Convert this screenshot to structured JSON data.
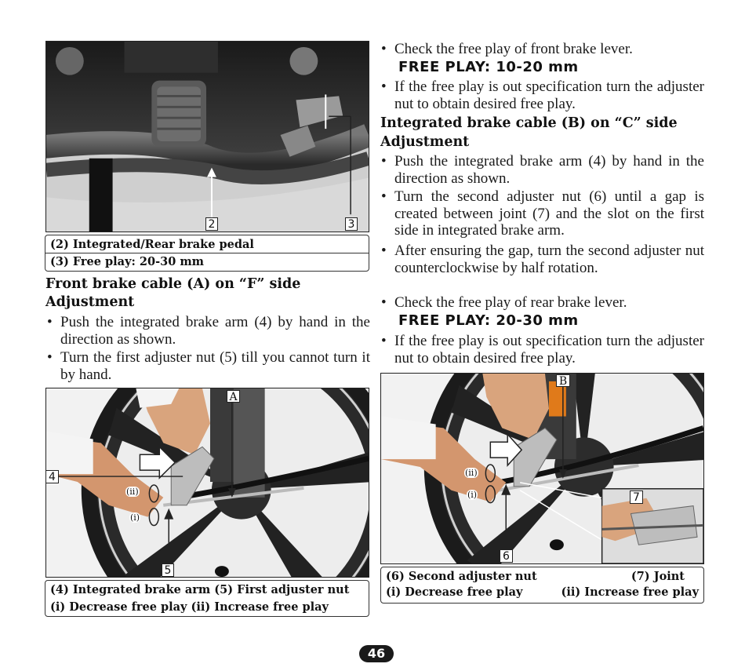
{
  "page_number": "46",
  "figure_top": {
    "callouts": [
      "2",
      "3"
    ],
    "caption": [
      "(2) Integrated/Rear brake pedal",
      "(3) Free play: 20-30 mm"
    ]
  },
  "left_section": {
    "heading_line1": "Front brake cable (A) on “F” side",
    "heading_line2": "Adjustment",
    "bullets": [
      "Push the integrated brake arm (4) by hand in the direction as shown.",
      "Turn the first adjuster nut (5) till you cannot turn it by hand."
    ]
  },
  "figure_front": {
    "callouts": [
      "A",
      "4",
      "5"
    ],
    "marks": [
      "(ii)",
      "(i)"
    ],
    "caption": [
      "(4) Integrated brake arm (5) First adjuster nut",
      "(i) Decrease free play  (ii) Increase free play"
    ]
  },
  "right_section": {
    "bullet_check_front": "Check the free play of front brake lever.",
    "free_play_front": "FREE PLAY: 10-20 mm",
    "bullet_out_spec_1": "If the free play is out specification turn the adjuster nut to obtain desired free play.",
    "heading_line1": "Integrated brake cable (B) on “C” side",
    "heading_line2": "Adjustment",
    "bullets": [
      "Push the integrated brake arm (4) by hand in the direction as shown.",
      "Turn the second adjuster nut (6) until a gap is created between joint (7) and the slot on the first side in integrated brake arm.",
      "After ensuring the gap, turn the second adjuster nut counterclockwise by half rotation.",
      "Check the free play of rear brake lever."
    ],
    "free_play_rear": "FREE PLAY: 20-30 mm",
    "bullet_out_spec_2": "If the free play is out specification turn the adjuster nut to obtain desired free play."
  },
  "figure_rear": {
    "callouts": [
      "B",
      "6",
      "7"
    ],
    "marks": [
      "(ii)",
      "(i)"
    ],
    "caption_line1_left": "(6) Second adjuster nut",
    "caption_line1_right": "(7) Joint",
    "caption_line2_left": "(i) Decrease free play",
    "caption_line2_right": "(ii) Increase free play"
  }
}
